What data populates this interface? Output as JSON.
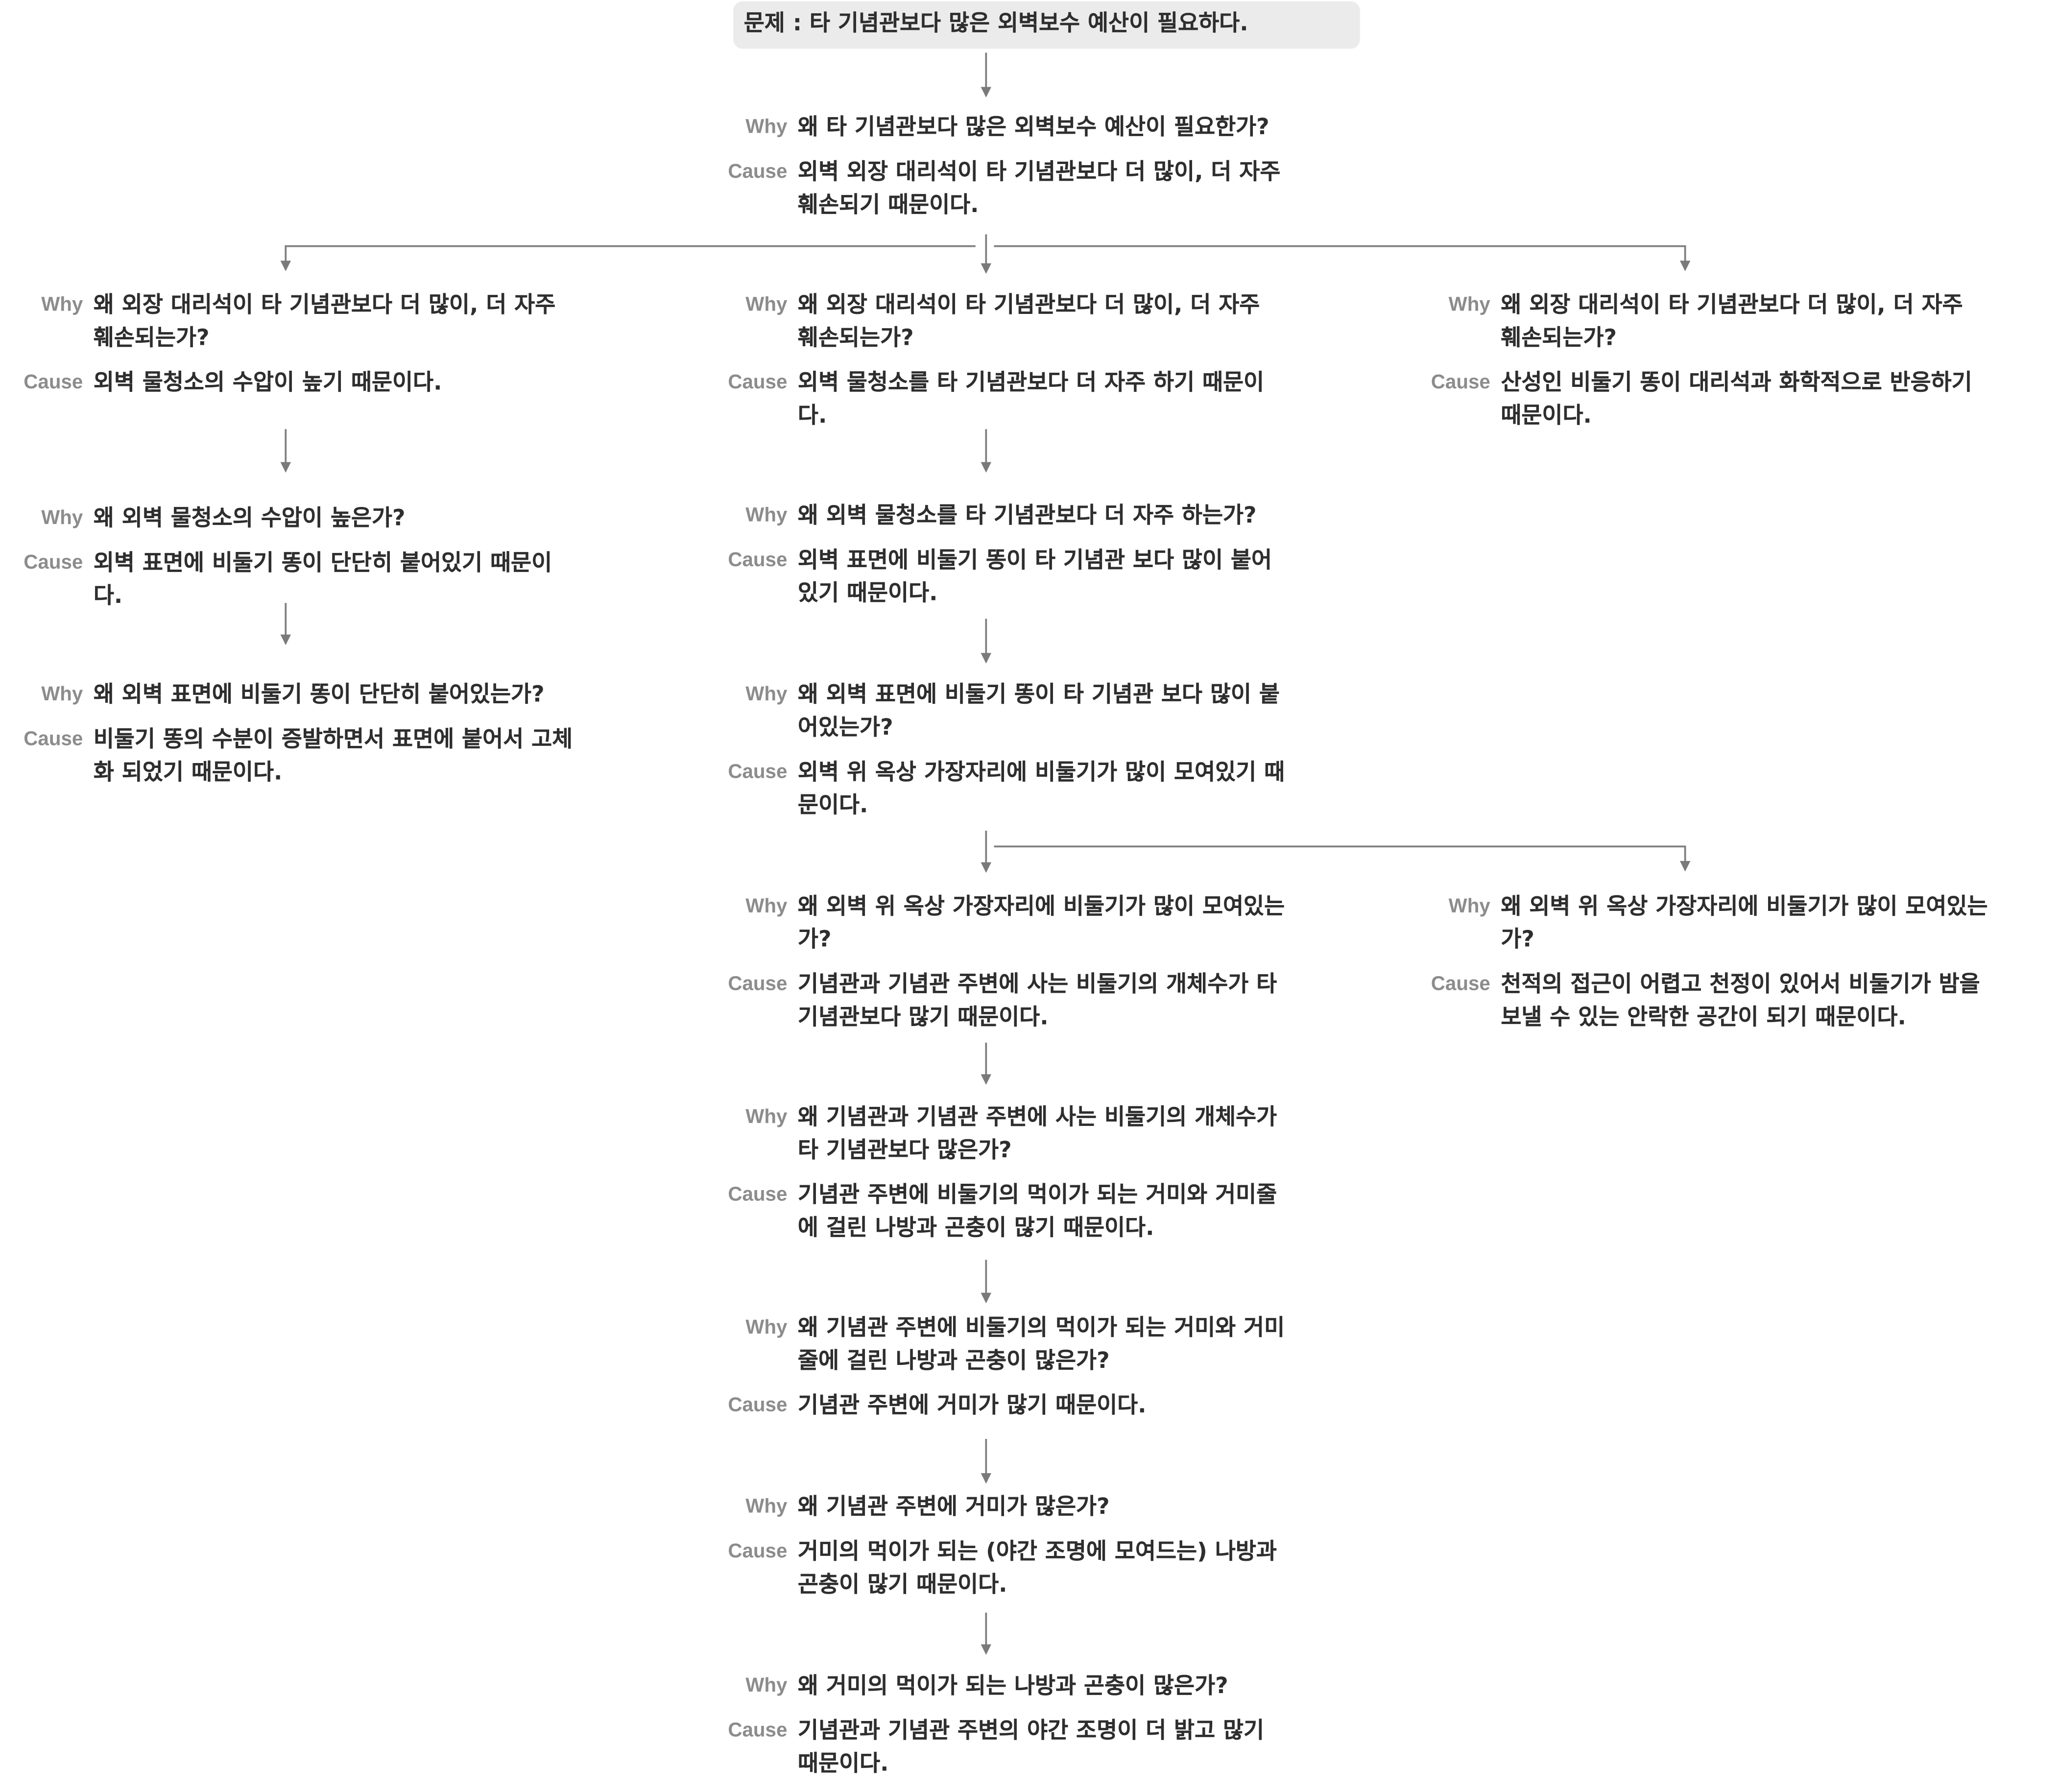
{
  "problem": "문제 : 타 기념관보다 많은 외벽보수 예산이 필요하다.",
  "labels": {
    "why": "Why",
    "cause": "Cause"
  },
  "nodes": {
    "root": {
      "why": "왜 타 기념관보다 많은 외벽보수 예산이 필요한가?",
      "cause": "외벽 외장 대리석이 타 기념관보다 더 많이, 더 자주 훼손되기 때문이다."
    },
    "l1": {
      "why": "왜 외장 대리석이 타 기념관보다 더 많이, 더 자주 훼손되는가?",
      "cause": "외벽 물청소의 수압이 높기 때문이다."
    },
    "l2": {
      "why": "왜 외벽 물청소의 수압이 높은가?",
      "cause": "외벽 표면에 비둘기 똥이 단단히 붙어있기 때문이다."
    },
    "l3": {
      "why": "왜 외벽 표면에 비둘기 똥이 단단히 붙어있는가?",
      "cause": "비둘기 똥의 수분이 증발하면서 표면에 붙어서 고체화 되었기 때문이다."
    },
    "m1": {
      "why": "왜 외장 대리석이 타 기념관보다 더 많이, 더 자주 훼손되는가?",
      "cause": "외벽 물청소를 타 기념관보다 더 자주 하기 때문이다."
    },
    "m2": {
      "why": "왜 외벽 물청소를 타 기념관보다 더 자주 하는가?",
      "cause": "외벽 표면에 비둘기 똥이 타 기념관 보다 많이 붙어있기 때문이다."
    },
    "m3": {
      "why": "왜 외벽 표면에 비둘기 똥이 타 기념관 보다 많이 붙어있는가?",
      "cause": "외벽 위 옥상 가장자리에 비둘기가 많이 모여있기 때문이다."
    },
    "m4": {
      "why": "왜 외벽 위 옥상 가장자리에 비둘기가 많이 모여있는가?",
      "cause": "기념관과 기념관 주변에 사는 비둘기의 개체수가 타 기념관보다 많기 때문이다."
    },
    "m5": {
      "why": "왜 기념관과 기념관 주변에 사는 비둘기의 개체수가 타 기념관보다 많은가?",
      "cause": "기념관 주변에 비둘기의 먹이가 되는 거미와 거미줄에 걸린 나방과 곤충이 많기 때문이다."
    },
    "m6": {
      "why": "왜 기념관 주변에 비둘기의 먹이가 되는 거미와 거미줄에 걸린 나방과 곤충이 많은가?",
      "cause": "기념관 주변에 거미가 많기 때문이다."
    },
    "m7": {
      "why": "왜 기념관 주변에 거미가 많은가?",
      "cause": "거미의 먹이가 되는 (야간 조명에 모여드는) 나방과 곤충이 많기 때문이다."
    },
    "m8": {
      "why": "왜 거미의 먹이가 되는 나방과 곤충이 많은가?",
      "cause": "기념관과 기념관 주변의 야간 조명이 더 밝고 많기 때문이다."
    },
    "r1": {
      "why": "왜 외장 대리석이 타 기념관보다 더 많이, 더 자주 훼손되는가?",
      "cause": "산성인 비둘기 똥이 대리석과 화학적으로 반응하기 때문이다."
    },
    "r2": {
      "why": "왜 외벽 위 옥상 가장자리에 비둘기가 많이 모여있는가?",
      "cause": "천적의 접근이 어렵고 천정이 있어서 비둘기가 밤을 보낼 수 있는 안락한 공간이 되기 때문이다."
    }
  }
}
